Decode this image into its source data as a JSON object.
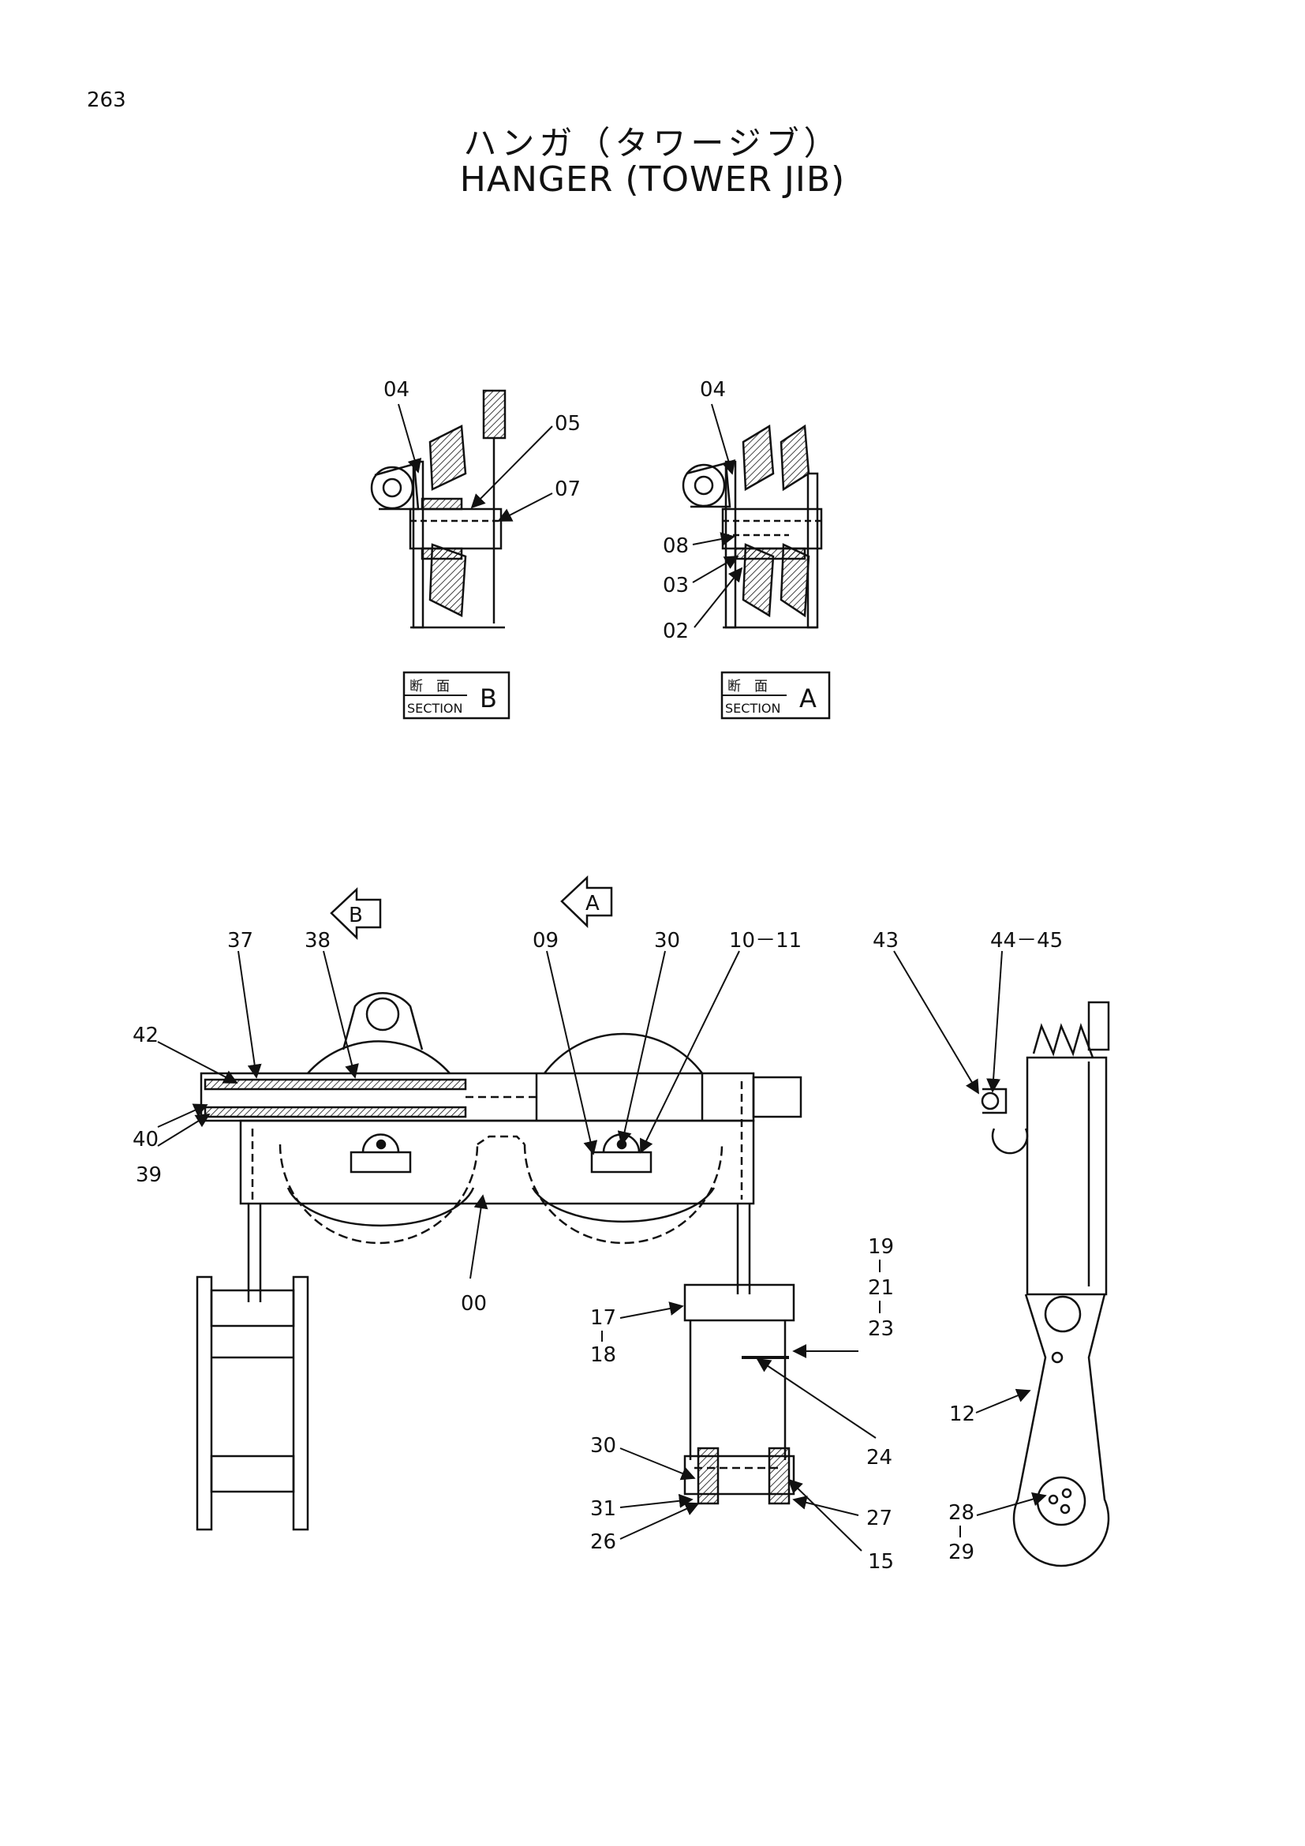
{
  "page_number": "263",
  "title_jp": "ハンガ（タワージブ）",
  "title_en": "HANGER (TOWER JIB)",
  "section_boxes": {
    "b": {
      "jp": "断　面",
      "en": "SECTION",
      "letter": "B"
    },
    "a": {
      "jp": "断　面",
      "en": "SECTION",
      "letter": "A"
    }
  },
  "view_arrows": {
    "b": "B",
    "a": "A"
  },
  "labels": {
    "sec_b_04": "04",
    "sec_b_05": "05",
    "sec_b_07": "07",
    "sec_a_04": "04",
    "sec_a_08": "08",
    "sec_a_03": "03",
    "sec_a_02": "02",
    "p37": "37",
    "p38": "38",
    "p09": "09",
    "p30a": "30",
    "p10_11": "10－11",
    "p42": "42",
    "p40": "40",
    "p39": "39",
    "p00": "00",
    "p43": "43",
    "p44_45": "44－45",
    "p19": "19",
    "p21": "21",
    "p23": "23",
    "p17": "17",
    "p18": "18",
    "p24": "24",
    "p30b": "30",
    "p31": "31",
    "p26": "26",
    "p27": "27",
    "p15": "15",
    "p12": "12",
    "p28": "28",
    "p29": "29"
  }
}
